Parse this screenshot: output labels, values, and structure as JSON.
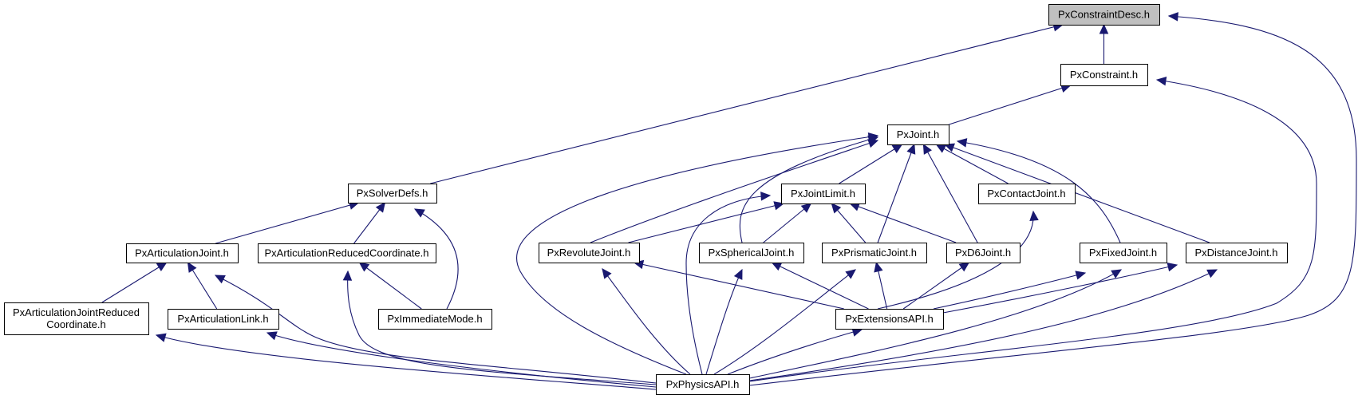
{
  "diagram": {
    "type": "include-dependency-graph",
    "selected_node": "PxConstraintDesc.h",
    "colors": {
      "edge": "#191970",
      "selected_fill": "#bfbfbf",
      "node_fill": "#ffffff",
      "node_border": "#000000"
    },
    "nodes": [
      {
        "id": "constraintdesc",
        "label": [
          "PxConstraintDesc.h"
        ]
      },
      {
        "id": "constraint",
        "label": [
          "PxConstraint.h"
        ]
      },
      {
        "id": "joint",
        "label": [
          "PxJoint.h"
        ]
      },
      {
        "id": "solverdefs",
        "label": [
          "PxSolverDefs.h"
        ]
      },
      {
        "id": "jointlimit",
        "label": [
          "PxJointLimit.h"
        ]
      },
      {
        "id": "contactjoint",
        "label": [
          "PxContactJoint.h"
        ]
      },
      {
        "id": "artjoint",
        "label": [
          "PxArticulationJoint.h"
        ]
      },
      {
        "id": "artreduced",
        "label": [
          "PxArticulationReducedCoordinate.h"
        ]
      },
      {
        "id": "revolute",
        "label": [
          "PxRevoluteJoint.h"
        ]
      },
      {
        "id": "spherical",
        "label": [
          "PxSphericalJoint.h"
        ]
      },
      {
        "id": "prismatic",
        "label": [
          "PxPrismaticJoint.h"
        ]
      },
      {
        "id": "d6",
        "label": [
          "PxD6Joint.h"
        ]
      },
      {
        "id": "fixed",
        "label": [
          "PxFixedJoint.h"
        ]
      },
      {
        "id": "distance",
        "label": [
          "PxDistanceJoint.h"
        ]
      },
      {
        "id": "artjointreduced",
        "label": [
          "PxArticulationJointReduced",
          "Coordinate.h"
        ]
      },
      {
        "id": "artlink",
        "label": [
          "PxArticulationLink.h"
        ]
      },
      {
        "id": "immediate",
        "label": [
          "PxImmediateMode.h"
        ]
      },
      {
        "id": "extensions",
        "label": [
          "PxExtensionsAPI.h"
        ]
      },
      {
        "id": "physicsapi",
        "label": [
          "PxPhysicsAPI.h"
        ]
      }
    ],
    "edges": [
      {
        "from": "constraint",
        "to": "constraintdesc"
      },
      {
        "from": "solverdefs",
        "to": "constraintdesc"
      },
      {
        "from": "physicsapi",
        "to": "constraintdesc"
      },
      {
        "from": "joint",
        "to": "constraint"
      },
      {
        "from": "physicsapi",
        "to": "constraint"
      },
      {
        "from": "jointlimit",
        "to": "joint"
      },
      {
        "from": "contactjoint",
        "to": "joint"
      },
      {
        "from": "revolute",
        "to": "joint"
      },
      {
        "from": "spherical",
        "to": "joint"
      },
      {
        "from": "prismatic",
        "to": "joint"
      },
      {
        "from": "d6",
        "to": "joint"
      },
      {
        "from": "fixed",
        "to": "joint"
      },
      {
        "from": "distance",
        "to": "joint"
      },
      {
        "from": "physicsapi",
        "to": "joint"
      },
      {
        "from": "artjoint",
        "to": "solverdefs"
      },
      {
        "from": "artreduced",
        "to": "solverdefs"
      },
      {
        "from": "immediate",
        "to": "solverdefs"
      },
      {
        "from": "revolute",
        "to": "jointlimit"
      },
      {
        "from": "spherical",
        "to": "jointlimit"
      },
      {
        "from": "prismatic",
        "to": "jointlimit"
      },
      {
        "from": "d6",
        "to": "jointlimit"
      },
      {
        "from": "physicsapi",
        "to": "jointlimit"
      },
      {
        "from": "extensions",
        "to": "contactjoint"
      },
      {
        "from": "artjointreduced",
        "to": "artjoint"
      },
      {
        "from": "artlink",
        "to": "artjoint"
      },
      {
        "from": "physicsapi",
        "to": "artjoint"
      },
      {
        "from": "immediate",
        "to": "artreduced"
      },
      {
        "from": "physicsapi",
        "to": "artreduced"
      },
      {
        "from": "extensions",
        "to": "revolute"
      },
      {
        "from": "physicsapi",
        "to": "revolute"
      },
      {
        "from": "extensions",
        "to": "spherical"
      },
      {
        "from": "physicsapi",
        "to": "spherical"
      },
      {
        "from": "extensions",
        "to": "prismatic"
      },
      {
        "from": "physicsapi",
        "to": "prismatic"
      },
      {
        "from": "extensions",
        "to": "d6"
      },
      {
        "from": "extensions",
        "to": "fixed"
      },
      {
        "from": "physicsapi",
        "to": "fixed"
      },
      {
        "from": "extensions",
        "to": "distance"
      },
      {
        "from": "physicsapi",
        "to": "distance"
      },
      {
        "from": "physicsapi",
        "to": "artjointreduced"
      },
      {
        "from": "physicsapi",
        "to": "artlink"
      },
      {
        "from": "physicsapi",
        "to": "extensions"
      }
    ]
  }
}
